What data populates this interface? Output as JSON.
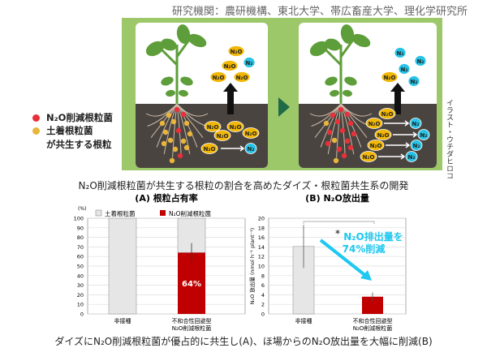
{
  "header": {
    "organizations": "研究機関：農研機構、東北大学、帯広畜産大学、理化学研究所"
  },
  "illustration": {
    "legend": {
      "red": "N₂O削減根粒菌",
      "yellow": "土着根粒菌",
      "suffix": "が共生する根粒"
    },
    "molecule_n2o": "N₂O",
    "molecule_n2": "N₂",
    "credit": "イラスト・ウチダヒロコ",
    "colors": {
      "frame": "#9DC86A",
      "soil": "#4A4440",
      "n2o": "#F2B705",
      "n2": "#27C3E6",
      "red_nodule": "#E8303A",
      "yellow_nodule": "#E9B53A",
      "leaf": "#5E9E3A",
      "arrow_next": "#1E6B45"
    }
  },
  "caption_top": "N₂O削減根粒菌が共生する根粒の割合を高めたダイズ・根粒菌共生系の開発",
  "caption_bottom": "ダイズにN₂O削減根粒菌が優占的に共生し(A)、ほ場からのN₂O放出量を大幅に削減(B)",
  "chart_data": [
    {
      "type": "bar",
      "title": "(A) 根粒占有率",
      "ylabel": "(%)",
      "ylim": [
        0,
        100
      ],
      "yticks": [
        0,
        10,
        20,
        30,
        40,
        50,
        60,
        70,
        80,
        90,
        100
      ],
      "grid": true,
      "categories": [
        "非接種",
        "不和合性回避型\nN₂O削減根粒菌"
      ],
      "legend": [
        "土着根粒菌",
        "N₂O削減根粒菌"
      ],
      "legend_position": "top",
      "series": [
        {
          "name": "N₂O削減根粒菌",
          "values": [
            0,
            64
          ],
          "error_low": [
            null,
            54
          ],
          "error_high": [
            null,
            74
          ],
          "color": "#C00000"
        },
        {
          "name": "土着根粒菌",
          "values": [
            100,
            36
          ],
          "color": "#E6E6E6"
        }
      ],
      "data_label": "64%"
    },
    {
      "type": "bar",
      "title": "(B) N₂O放出量",
      "ylabel": "N₂O 放出量 (nmol h⁻¹ plant⁻¹)",
      "ylim": [
        0,
        20
      ],
      "yticks": [
        0,
        2,
        4,
        6,
        8,
        10,
        12,
        14,
        16,
        18,
        20
      ],
      "grid": true,
      "categories": [
        "非接種",
        "不和合性回避型\nN₂O削減根粒菌"
      ],
      "values": [
        14.1,
        3.6
      ],
      "error_low": [
        9.6,
        2.7
      ],
      "error_high": [
        18.6,
        4.5
      ],
      "colors": [
        "#E6E6E6",
        "#C00000"
      ],
      "significance": "*",
      "annotation": [
        "N₂O排出量を",
        "74%削減"
      ],
      "annotation_color": "#1EC8F0"
    }
  ]
}
